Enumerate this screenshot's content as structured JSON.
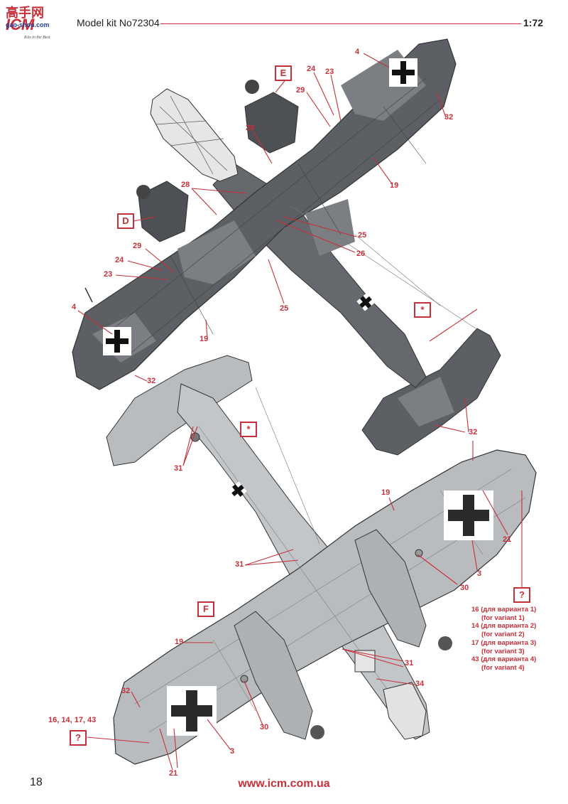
{
  "header": {
    "logo_text": "ICM",
    "logo_chinese": "高手网",
    "logo_site": "gao-shou.com",
    "logo_tagline": "Kits in the Best",
    "title": "Model kit No72304",
    "scale": "1:72"
  },
  "footer": {
    "page_number": "18",
    "website": "www.icm.com.ua"
  },
  "boxes": {
    "e": "E",
    "d": "D",
    "f": "F",
    "star_top": "*",
    "star_mid": "*",
    "question_right": "?",
    "question_left": "?"
  },
  "callouts": {
    "top_4_right": "4",
    "top_24_r": "24",
    "top_23_r": "23",
    "top_29_r": "29",
    "top_32_r": "32",
    "top_28_r": "28",
    "top_19_r": "19",
    "top_28_l": "28",
    "top_25_a": "25",
    "top_26": "26",
    "top_29_l": "29",
    "top_24_l": "24",
    "top_23_l": "23",
    "top_4_left": "4",
    "top_25_b": "25",
    "top_19_l": "19",
    "top_32_l": "32",
    "top_32_tail": "32",
    "bot_31_tail": "31",
    "bot_19_r": "19",
    "bot_21_r": "21",
    "bot_31_mid": "31",
    "bot_3_r": "3",
    "bot_30_r": "30",
    "bot_19_l": "19",
    "bot_31_low": "31",
    "bot_34": "34",
    "bot_32_l": "32",
    "bot_30_l": "30",
    "bot_3_l": "3",
    "bot_21_l": "21",
    "variants_short": "16, 14, 17, 43"
  },
  "variant_notes": [
    "16 (для варианта 1)",
    "(for variant 1)",
    "14 (для варианта 2)",
    "(for variant 2)",
    "17 (для варианта 3)",
    "(for variant 3)",
    "43 (для варианта 4)",
    "(for variant 4)"
  ],
  "colors": {
    "accent_red": "#c7303a",
    "upper_gray": "#5c5f63",
    "upper_light": "#7b7e82",
    "lower_gray": "#b9bcbf"
  }
}
